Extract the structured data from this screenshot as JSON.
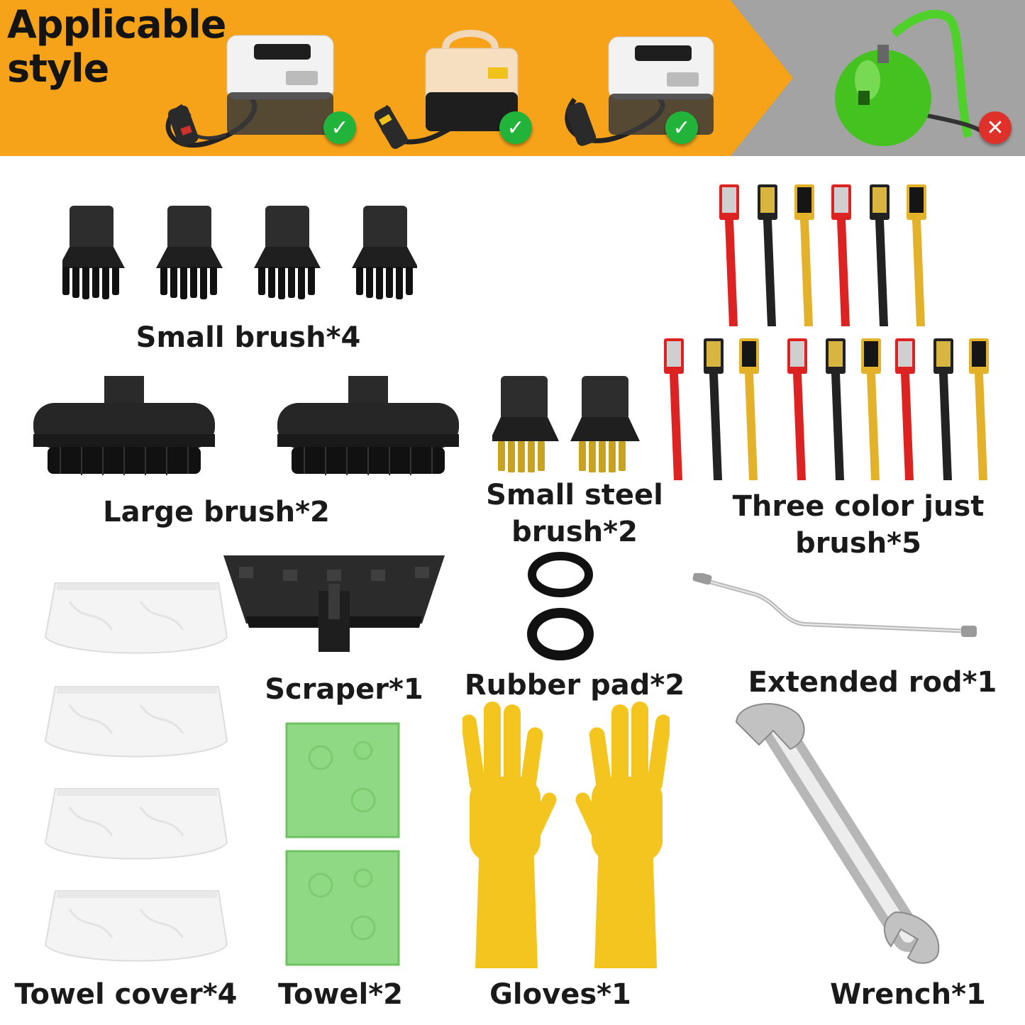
{
  "banner": {
    "title_line1": "Applicable",
    "title_line2": "style",
    "colors": {
      "orange": "#f6a31a",
      "gray": "#9a9a9a",
      "check": "#22b33a",
      "cross": "#e0302a"
    },
    "devices": [
      {
        "icon": "steam-cleaner-white-icon",
        "compatible": true,
        "badge": "✓"
      },
      {
        "icon": "steam-cleaner-beige-icon",
        "compatible": true,
        "badge": "✓"
      },
      {
        "icon": "steam-cleaner-white-icon",
        "compatible": true,
        "badge": "✓"
      },
      {
        "icon": "steam-cleaner-green-apple-icon",
        "compatible": false,
        "badge": "✕"
      }
    ]
  },
  "items": {
    "small_brush": "Small brush*4",
    "large_brush": "Large brush*2",
    "small_steel_brush": "Small steel brush*2",
    "three_color_brush": "Three color just brush*5",
    "scraper": "Scraper*1",
    "rubber_pad": "Rubber pad*2",
    "extended_rod": "Extended rod*1",
    "towel_cover": "Towel cover*4",
    "towel": "Towel*2",
    "gloves": "Gloves*1",
    "wrench": "Wrench*1"
  }
}
